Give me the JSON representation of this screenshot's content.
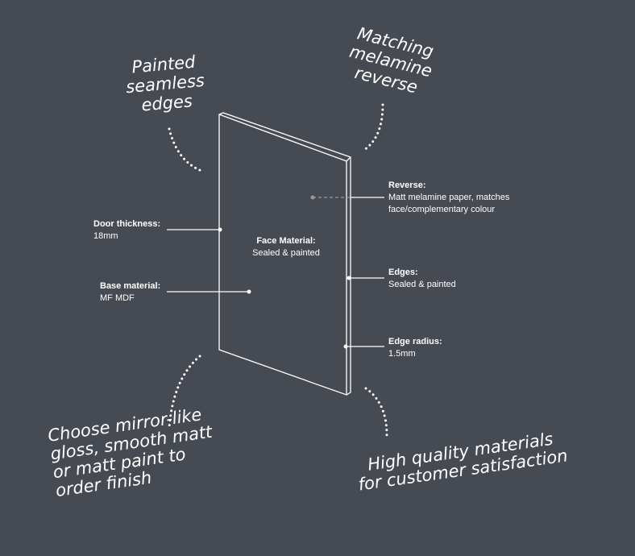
{
  "callouts": {
    "painted_edges": [
      "Painted",
      "seamless",
      "edges"
    ],
    "matching_reverse": [
      "Matching",
      "melamine",
      "reverse"
    ],
    "finish": [
      "Choose mirror-like",
      "gloss, smooth matt",
      "or matt paint to",
      "order finish"
    ],
    "quality": [
      "High quality materials",
      "for customer satisfaction"
    ]
  },
  "labels": {
    "door_thickness": {
      "title": "Door thickness:",
      "value": "18mm"
    },
    "base_material": {
      "title": "Base material:",
      "value": "MF MDF"
    },
    "face_material": {
      "title": "Face Material:",
      "value": "Sealed & painted"
    },
    "reverse": {
      "title": "Reverse:",
      "value1": "Matt melamine paper, matches",
      "value2": "face/complementary colour"
    },
    "edges": {
      "title": "Edges:",
      "value": "Sealed & painted"
    },
    "edge_radius": {
      "title": "Edge radius:",
      "value": "1.5mm"
    }
  },
  "colors": {
    "background": "#464a52",
    "line": "#ffffff"
  }
}
